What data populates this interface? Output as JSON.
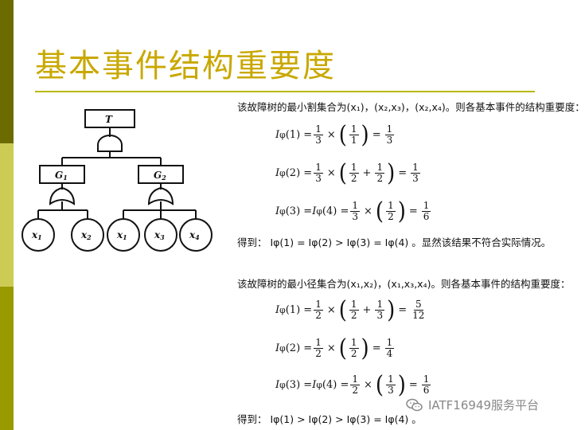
{
  "title": "基本事件结构重要度",
  "colors": {
    "title": "#c9a800",
    "rule": "#b8b800",
    "bar_top": "#6b6b00",
    "bar_mid": "#cccc55",
    "bar_bottom": "#999900"
  },
  "tree": {
    "top": "T",
    "g1": "G",
    "g1_sub": "1",
    "g2": "G",
    "g2_sub": "2",
    "leaves": [
      {
        "main": "x",
        "sub": "1"
      },
      {
        "main": "x",
        "sub": "2"
      },
      {
        "main": "x",
        "sub": "1"
      },
      {
        "main": "x",
        "sub": "3"
      },
      {
        "main": "x",
        "sub": "4"
      }
    ]
  },
  "section1": {
    "intro": "该故障树的最小割集合为(x₁)，(x₂,x₃)，(x₂,x₄)。则各基本事件的结构重要度：",
    "eq1": {
      "lhs": "I",
      "sub": "φ",
      "arg": "(1) =",
      "f1n": "1",
      "f1d": "3",
      "op": "×",
      "f2n": "1",
      "f2d": "1",
      "eq": "=",
      "rn": "1",
      "rd": "3"
    },
    "eq2": {
      "lhs": "I",
      "sub": "φ",
      "arg": "(2) =",
      "f1n": "1",
      "f1d": "3",
      "op": "×",
      "f2n": "1",
      "f2d": "2",
      "plus": "+",
      "f3n": "1",
      "f3d": "2",
      "eq": "=",
      "rn": "1",
      "rd": "3"
    },
    "eq3": {
      "lhs": "I",
      "sub": "φ",
      "arg": "(3) = ",
      "lhs2": "I",
      "sub2": "φ",
      "arg2": "(4) =",
      "f1n": "1",
      "f1d": "3",
      "op": "×",
      "f2n": "1",
      "f2d": "2",
      "eq": "=",
      "rn": "1",
      "rd": "6"
    },
    "result": "得到：  Iφ(1) = Iφ(2) > Iφ(3) = Iφ(4) 。显然该结果不符合实际情况。"
  },
  "section2": {
    "intro": "该故障树的最小径集合为(x₁,x₂)，(x₁,x₃,x₄)。则各基本事件的结构重要度：",
    "eq1": {
      "lhs": "I",
      "sub": "φ",
      "arg": "(1) =",
      "f1n": "1",
      "f1d": "2",
      "op": "×",
      "f2n": "1",
      "f2d": "2",
      "plus": "+",
      "f3n": "1",
      "f3d": "3",
      "eq": "=",
      "rn": "5",
      "rd": "12"
    },
    "eq2": {
      "lhs": "I",
      "sub": "φ",
      "arg": "(2) =",
      "f1n": "1",
      "f1d": "2",
      "op": "×",
      "f2n": "1",
      "f2d": "2",
      "eq": "=",
      "rn": "1",
      "rd": "4"
    },
    "eq3": {
      "lhs": "I",
      "sub": "φ",
      "arg": "(3) = ",
      "lhs2": "I",
      "sub2": "φ",
      "arg2": "(4) =",
      "f1n": "1",
      "f1d": "2",
      "op": "×",
      "f2n": "1",
      "f2d": "3",
      "eq": "=",
      "rn": "1",
      "rd": "6"
    },
    "result": "得到：  Iφ(1) > Iφ(2) > Iφ(3) = Iφ(4) 。"
  },
  "watermark": "IATF16949服务平台"
}
